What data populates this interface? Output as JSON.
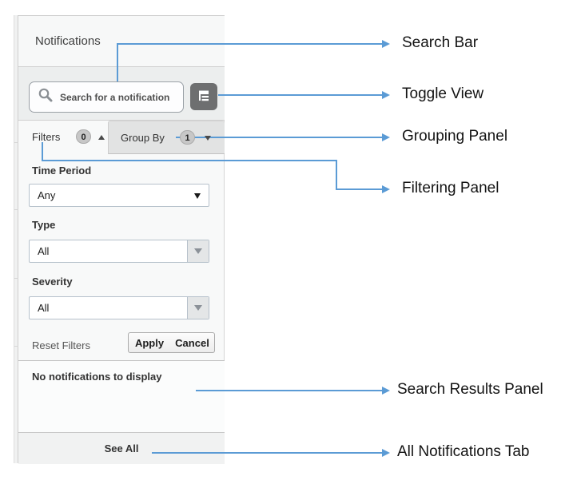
{
  "panel": {
    "title": "Notifications",
    "search": {
      "placeholder": "Search for a notification"
    },
    "icons": {
      "search": "magnifier",
      "toggle_view": "list-tree",
      "filters_caret": "caret-up",
      "groupby_caret": "caret-down",
      "dropdown_caret": "caret-down"
    },
    "tabs": [
      {
        "label": "Filters",
        "count": "0"
      },
      {
        "label": "Group By",
        "count": "1"
      }
    ],
    "filters": {
      "fields": [
        {
          "label": "Time Period",
          "value": "Any"
        },
        {
          "label": "Type",
          "value": "All"
        },
        {
          "label": "Severity",
          "value": "All"
        }
      ],
      "reset_label": "Reset Filters",
      "apply_label": "Apply",
      "cancel_label": "Cancel"
    },
    "results": {
      "empty_message": "No notifications to display"
    },
    "footer": {
      "see_all_label": "See All"
    }
  },
  "annotations": {
    "line_color": "#5b9bd5",
    "labels": [
      "Search Bar",
      "Toggle View",
      "Grouping Panel",
      "Filtering Panel",
      "Search Results Panel",
      "All Notifications Tab"
    ]
  }
}
